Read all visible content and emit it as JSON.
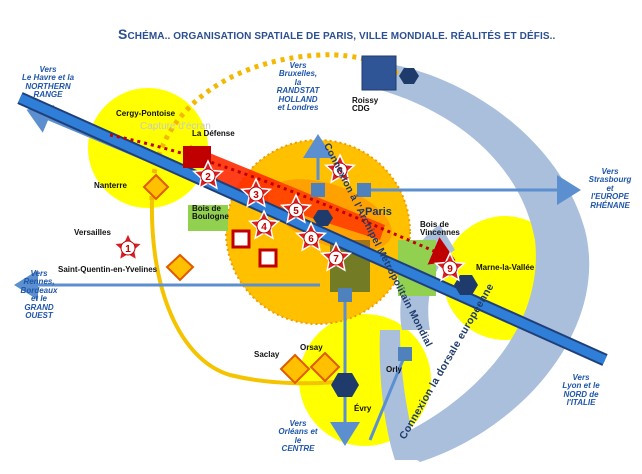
{
  "title": {
    "initial": "S",
    "rest": "CHÉMA.. ORGANISATION SPATIALE DE PARIS, VILLE MONDIALE. RÉALITÉS ET DÉFIS.."
  },
  "watermark": "Capture d'écran",
  "directions": {
    "le_havre": "Vers\nLe Havre et la\nNORTHERN\nRANGE",
    "bruxelles": "Vers\nBruxelles,\nla\nRANDSTAT\nHOLLAND\net Londres",
    "strasbourg": "Vers\nStrasbourg\net\nl'EUROPE\nRHÉNANE",
    "rennes": "Vers\nRennes,\nBordeaux\net le\nGRAND\nOUEST",
    "lyon": "Vers\nLyon et le\nNORD de\nl'ITALIE",
    "orleans": "Vers\nOrléans et\nle\nCENTRE"
  },
  "places": {
    "cergy": "Cergy-Pontoise",
    "la_defense": "La Défense",
    "nanterre": "Nanterre",
    "versailles": "Versailles",
    "sqy": "Saint-Quentin-en-Yvelines",
    "bois_boulogne": "Bois de\nBoulogne",
    "paris": "Paris",
    "bois_vincennes": "Bois de\nVincennes",
    "marne": "Marne-la-Vallée",
    "roissy": "Roissy\nCDG",
    "saclay": "Saclay",
    "orsay": "Orsay",
    "orly": "Orly",
    "evry": "Évry"
  },
  "connections": {
    "archipel": "Connexion à l'Archipel Métropolitain Mondial",
    "dorsale": "Connexion la dorsale européenne"
  },
  "stars": [
    "1",
    "2",
    "3",
    "4",
    "5",
    "6",
    "7",
    "8",
    "9"
  ]
}
